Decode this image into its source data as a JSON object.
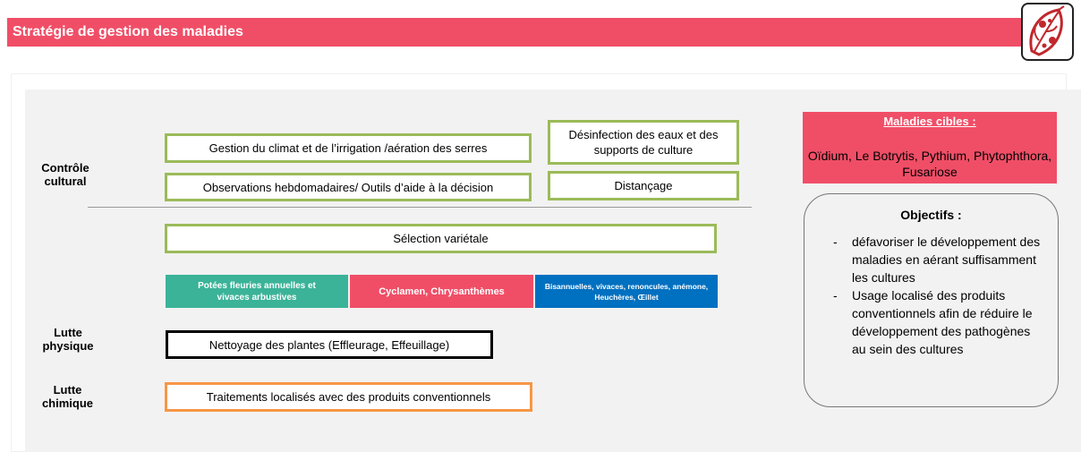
{
  "header": {
    "title": "Stratégie de gestion des maladies",
    "logo_icon": "diseased-leaf-icon",
    "accent_color": "#f04e67"
  },
  "rows": {
    "controle": "Contrôle cultural",
    "physique": "Lutte physique",
    "chimique": "Lutte chimique"
  },
  "boxes": {
    "climat": "Gestion du climat et de l’irrigation /aération des serres",
    "observations": "Observations hebdomadaires/ Outils d’aide à la décision",
    "desinfection": "Désinfection des eaux et des supports de culture",
    "distancage": "Distançage",
    "selection": "Sélection variétale",
    "nettoyage": "Nettoyage des plantes (Effleurage, Effeuillage)",
    "traitements": "Traitements localisés avec des produits conventionnels"
  },
  "categories": [
    {
      "label": "Potées fleuries annuelles et vivaces arbustives",
      "color": "#3bb398"
    },
    {
      "label": "Cyclamen, Chrysanthèmes",
      "color": "#f04e67"
    },
    {
      "label": "Bisannuelles, vivaces, renoncules, anémone, Heuchères, Œillet",
      "color": "#0070c0"
    }
  ],
  "targets": {
    "title": "Maladies cibles :",
    "text": "Oïdium, Le Botrytis, Pythium, Phytophthora, Fusariose"
  },
  "objectifs": {
    "title": "Objectifs :",
    "items": [
      "défavoriser le développement des maladies en aérant suffisamment les cultures",
      "Usage localisé des produits conventionnels afin de réduire le développement des pathogènes au sein des cultures"
    ]
  }
}
